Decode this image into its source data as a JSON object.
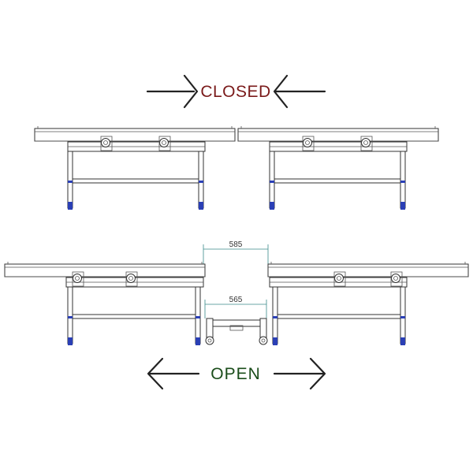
{
  "labels": {
    "closed": "CLOSED",
    "open": "OPEN"
  },
  "dimensions": {
    "outer": "585",
    "inner": "565"
  },
  "colors": {
    "closed_label": "#7a1a1a",
    "open_label": "#1a4d1a",
    "dimension_line": "#3a8a8a",
    "leg_foot": "#2a3fb5"
  },
  "icons": {
    "closed_arrows": "arrows-pointing-inward-icon",
    "open_arrows": "arrows-pointing-outward-icon"
  }
}
